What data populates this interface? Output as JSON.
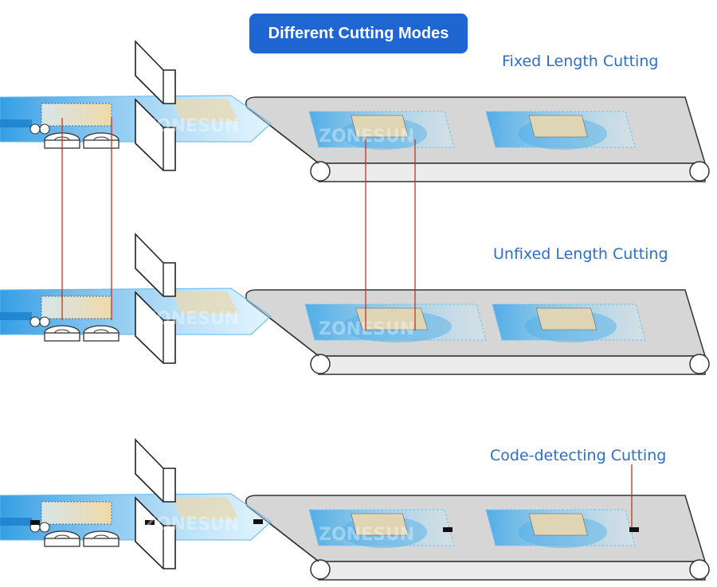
{
  "title": "Different Cutting Modes",
  "colors": {
    "accent": "#2066d2",
    "label_blue": "#2f6ec2",
    "bag_blue": "#5fb7ef",
    "product_tan": "#ead8b0",
    "belt_gray": "#d6d6d6",
    "guide_red": "#c0322b",
    "mark_black": "#111111"
  },
  "modes": [
    {
      "label": "Fixed Length Cutting"
    },
    {
      "label": "Unfixed Length Cutting"
    },
    {
      "label": "Code-detecting Cutting"
    }
  ],
  "watermark": "ZONESUN"
}
